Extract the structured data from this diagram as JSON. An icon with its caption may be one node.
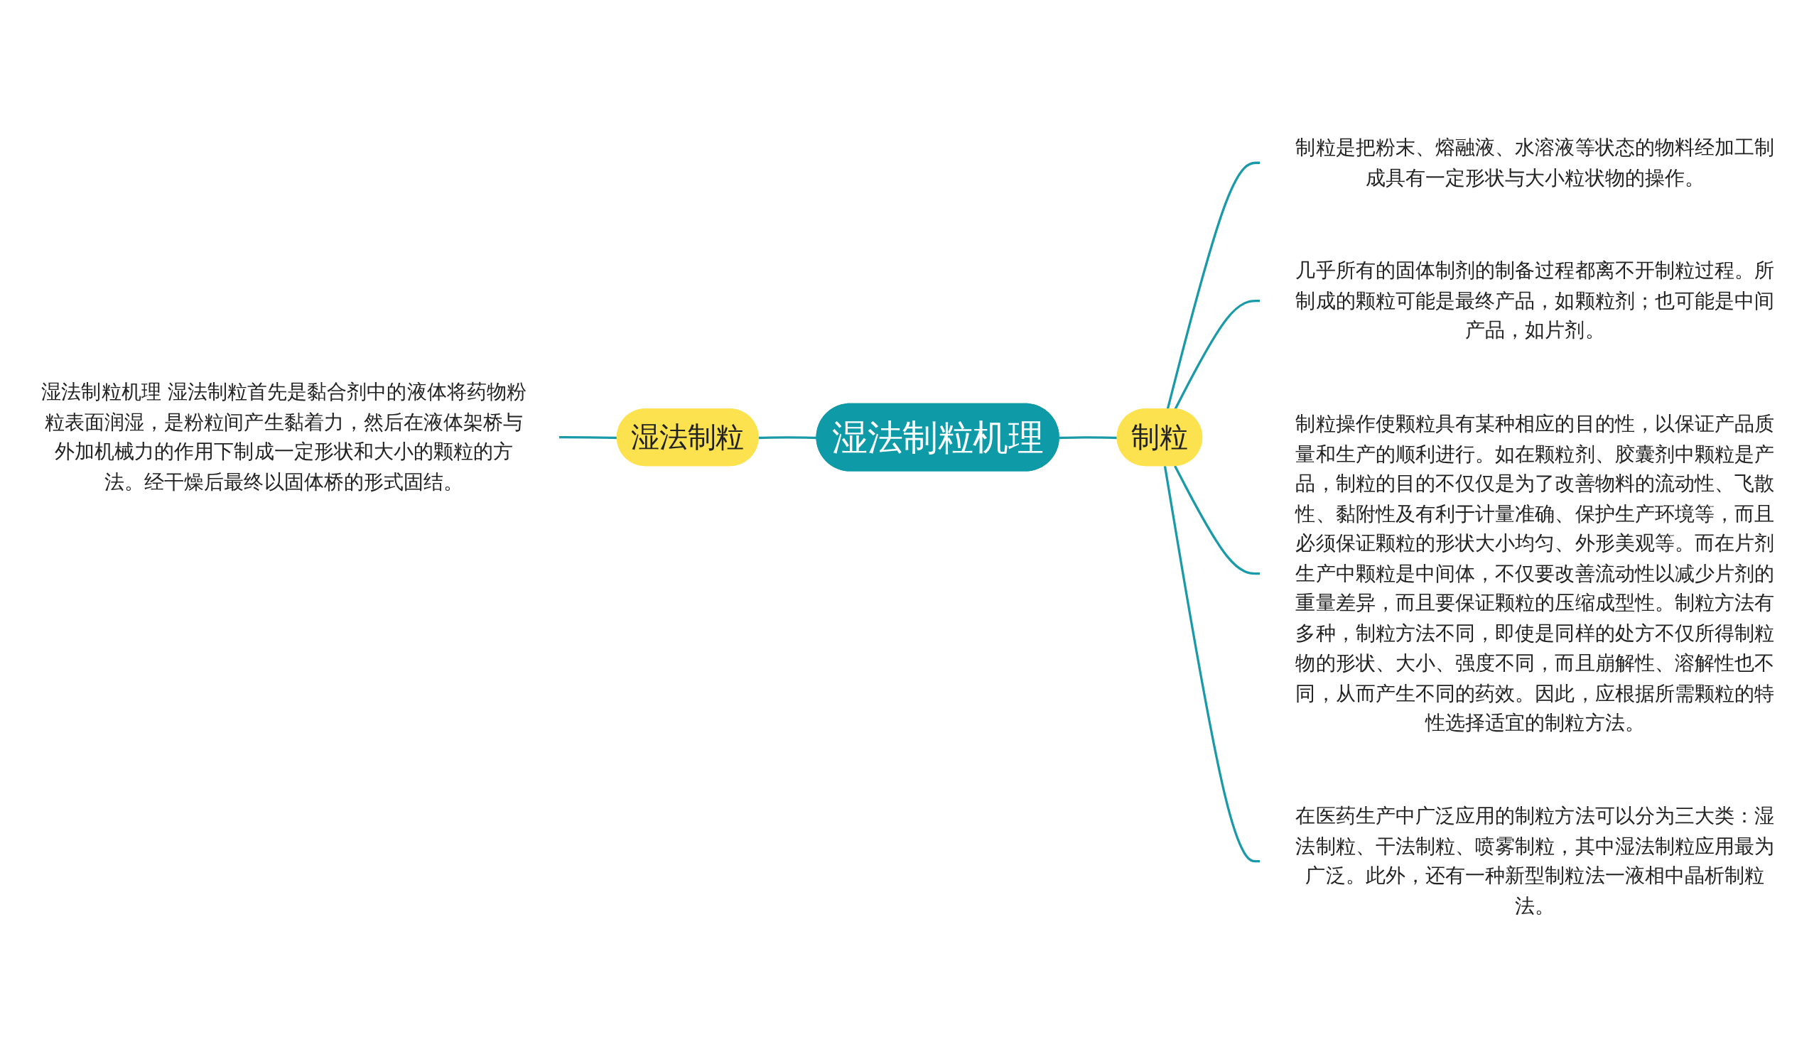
{
  "diagram": {
    "nodes": [
      {
        "text": [
          "湿法制粒机理"
        ]
      },
      {
        "text": [
          "湿法制粒"
        ]
      },
      {
        "text": [
          "湿法制粒机理 湿法制粒首先是黏合剂中的液体将药物粉粒表面润湿，是粉粒间产生黏着力，然后在液体架桥与外加机械力的作用下制成一定形状和大小的颗粒的方法。经干燥后最终以固体桥的形式固结。"
        ]
      },
      {
        "text": [
          "制粒"
        ]
      },
      {
        "text": [
          "制粒是把粉末、熔融液、水溶液等状态的物料经加工制成具有一定形状与大小粒状物的操作。"
        ]
      },
      {
        "text": [
          "几乎所有的固体制剂的制备过程都离不开制粒过程。所制成的颗粒可能是最终产品，如颗粒剂；也可能是中间产品，如片剂。"
        ]
      },
      {
        "text": [
          "制粒操作使颗粒具有某种相应的目的性，以保证产品质量和生产的顺利进行。如在颗粒剂、胶囊剂中颗粒是产品，制粒的目的不仅仅是为了改善物料的流动性、飞散性、黏附性及有利于计量准确、保护生产环境等，而且必须保证颗粒的形状大小均匀、外形美观等。而在片剂生产中颗粒是中间体，不仅要改善流动性以减少片剂的重量差异，而且要保证颗粒的压缩成型性。制粒方法有多种，制粒方法不同，即使是同样的处方不仅所得制粒物的形状、大小、强度不同，而且崩解性、溶解性也不同，从而产生不同的药效。因此，应根据所需颗粒的特性选择适宜的制粒方法。"
        ]
      },
      {
        "text": [
          "在医药生产中广泛应用的制粒方法可以分为三大类：湿法制粒、干法制粒、喷雾制粒，其中湿法制粒应用最为广泛。此外，还有一种新型制粒法一液相中晶析制粒法。"
        ]
      }
    ],
    "edges": [
      {
        "from": 2,
        "to": 1,
        "arrow": "none"
      },
      {
        "from": 1,
        "to": 0,
        "arrow": "none"
      },
      {
        "from": 0,
        "to": 3,
        "arrow": "none"
      },
      {
        "from": 3,
        "to": 4,
        "arrow": "none"
      },
      {
        "from": 3,
        "to": 5,
        "arrow": "none"
      },
      {
        "from": 3,
        "to": 6,
        "arrow": "none"
      },
      {
        "from": 3,
        "to": 7,
        "arrow": "none"
      }
    ]
  }
}
